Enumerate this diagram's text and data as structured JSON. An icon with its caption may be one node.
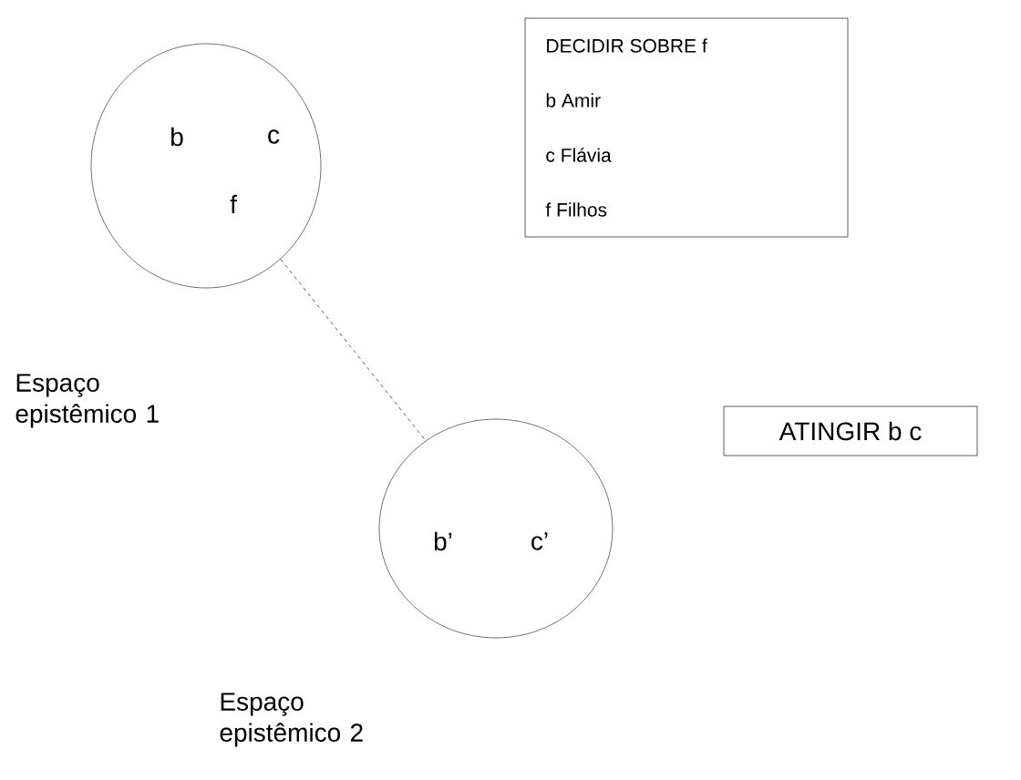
{
  "diagram": {
    "nodes": [
      {
        "text": [
          "b",
          "c",
          "f"
        ],
        "beside": [
          "Espaço epistêmico 1"
        ]
      },
      {
        "text": [
          "DECIDIR SOBRE f",
          "b Amir",
          "c Flávia",
          "f Filhos"
        ]
      },
      {
        "text": [
          "ATINGIR b c"
        ]
      },
      {
        "text": [
          "b’",
          "c’"
        ],
        "beside": [
          "Espaço epistêmico 2"
        ]
      }
    ],
    "edges": [
      {
        "from": 0,
        "to": 3,
        "arrow": "none",
        "style": "dashed"
      }
    ]
  }
}
